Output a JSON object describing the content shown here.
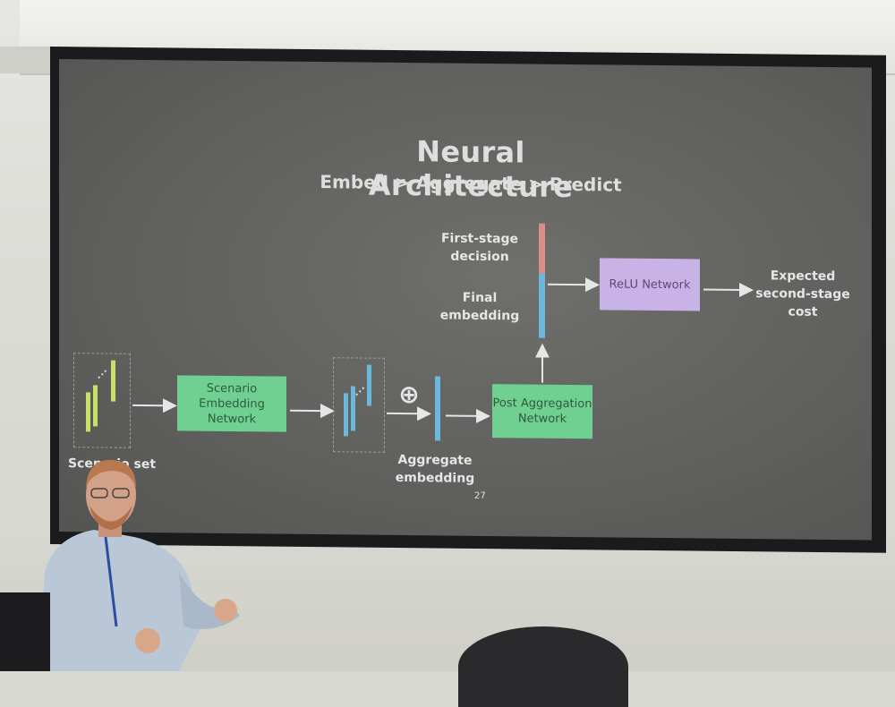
{
  "slide": {
    "title": "Neural Architecture",
    "subtitle": "Embed > Aggregate > Predict",
    "page_number": "27",
    "labels": {
      "scenario_set": "Scenario set",
      "scenario_embedding_network": "Scenario Embedding Network",
      "aggregate_embedding": "Aggregate embedding",
      "post_aggregation_network": "Post Aggregation Network",
      "first_stage_decision": "First-stage decision",
      "final_embedding": "Final embedding",
      "relu_network": "ReLU Network",
      "expected_cost": "Expected second-stage cost",
      "plus_symbol": "⊕"
    }
  },
  "colors": {
    "green_box": "#6fd092",
    "purple_box": "#c9b3e6",
    "yellow_bar": "#c9e06a",
    "blue_bar": "#6bb8dc",
    "pink_bar": "#d98e86",
    "screen": "#6a6a68",
    "wall": "#dcdcd7"
  },
  "photo_elements": [
    "projector-screen",
    "presenter",
    "audience-head",
    "laptop"
  ]
}
